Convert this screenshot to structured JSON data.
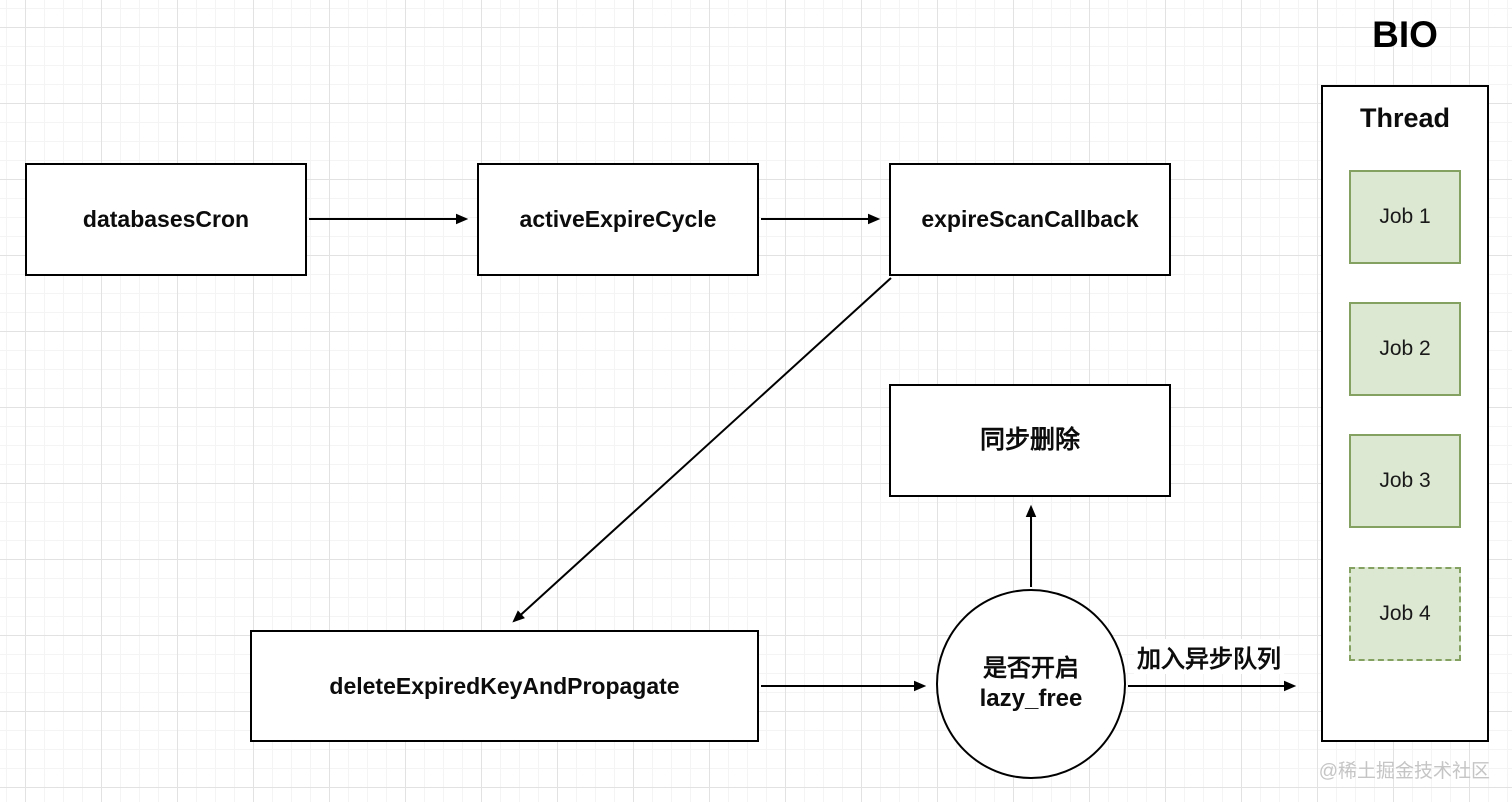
{
  "diagram": {
    "nodes": {
      "databases_cron": {
        "label": "databasesCron"
      },
      "active_expire_cycle": {
        "label": "activeExpireCycle"
      },
      "expire_scan_callback": {
        "label": "expireScanCallback"
      },
      "sync_delete": {
        "label": "同步删除"
      },
      "delete_expired_key": {
        "label": "deleteExpiredKeyAndPropagate"
      },
      "lazy_free_decision": {
        "label_line1": "是否开启",
        "label_line2": "lazy_free"
      }
    },
    "edge_labels": {
      "async_queue": "加入异步队列"
    }
  },
  "bio": {
    "title": "BIO",
    "thread_label": "Thread",
    "jobs": [
      "Job 1",
      "Job 2",
      "Job 3",
      "Job 4"
    ]
  },
  "watermark": "@稀土掘金技术社区",
  "colors": {
    "node_border": "#000000",
    "job_fill": "#dce8d2",
    "job_border": "#84a161",
    "grid_minor": "#f4f4f4",
    "grid_major": "#e2e2e2",
    "watermark_text": "#c5c5c5"
  }
}
